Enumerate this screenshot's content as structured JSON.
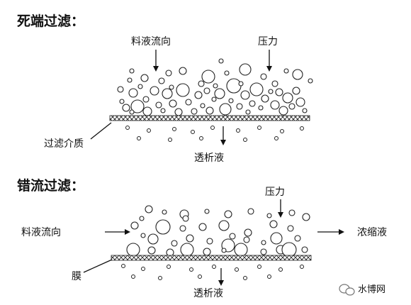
{
  "dead_end": {
    "heading": "死端过滤：",
    "feed_direction": "料液流向",
    "pressure": "压力",
    "filter_medium": "过滤介质",
    "permeate": "透析液"
  },
  "cross_flow": {
    "heading": "错流过滤：",
    "pressure": "压力",
    "feed_direction": "料液流向",
    "concentrate": "浓缩液",
    "membrane": "膜",
    "permeate": "透析液"
  },
  "watermark": {
    "text": "水博网",
    "icon": "wechat-logo-icon"
  },
  "colors": {
    "ink": "#111111",
    "particle_fill": "#ffffff",
    "membrane_pattern": "#222222"
  }
}
